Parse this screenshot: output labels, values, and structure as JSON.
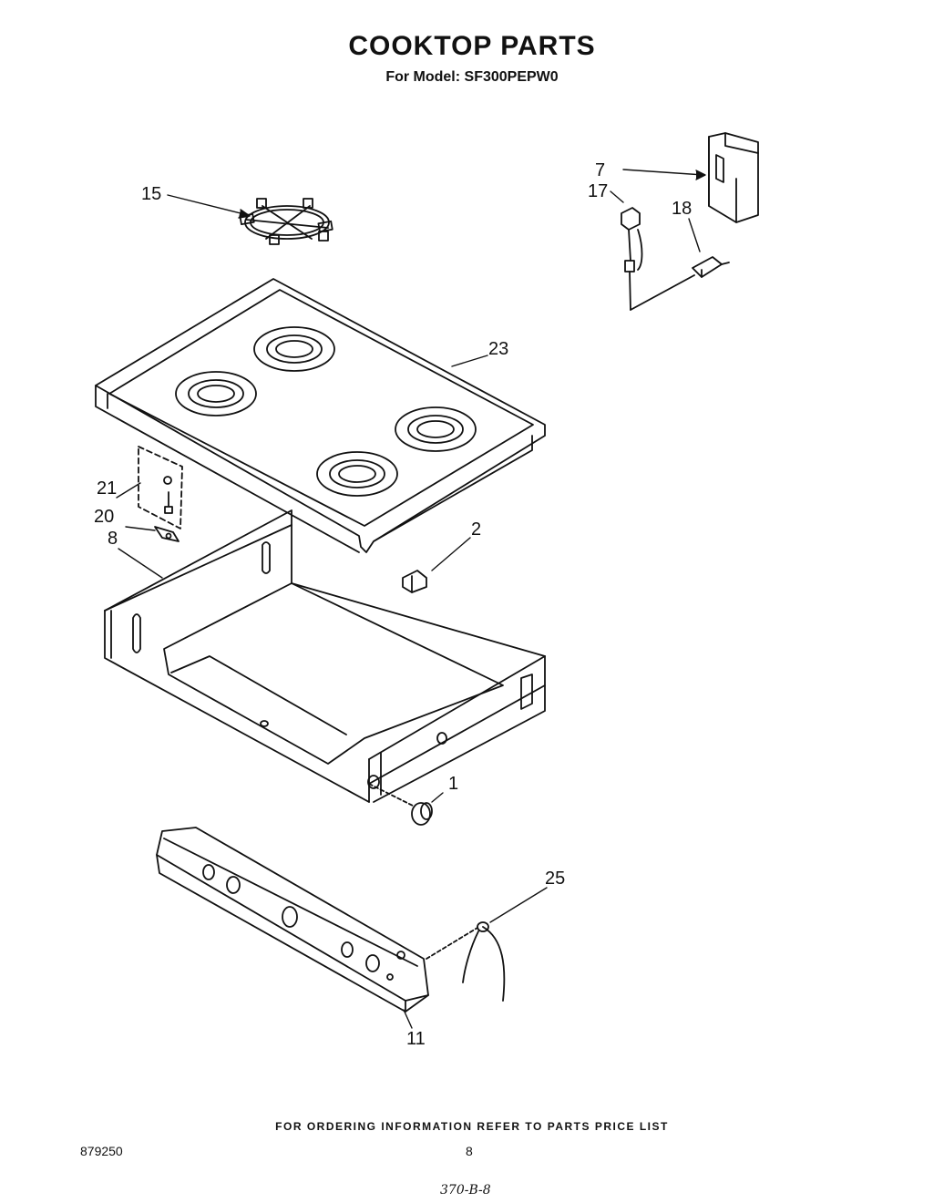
{
  "title": "COOKTOP PARTS",
  "subtitle": "For Model: SF300PEPW0",
  "callouts": {
    "c15": "15",
    "c7": "7",
    "c17": "17",
    "c18": "18",
    "c23": "23",
    "c21": "21",
    "c20": "20",
    "c8": "8",
    "c2": "2",
    "c1": "1",
    "c25": "25",
    "c11": "11"
  },
  "footer": {
    "ordering_note": "FOR ORDERING INFORMATION REFER TO PARTS PRICE LIST",
    "doc_number": "879250",
    "page_number": "8",
    "handwritten": "370-B-8"
  }
}
